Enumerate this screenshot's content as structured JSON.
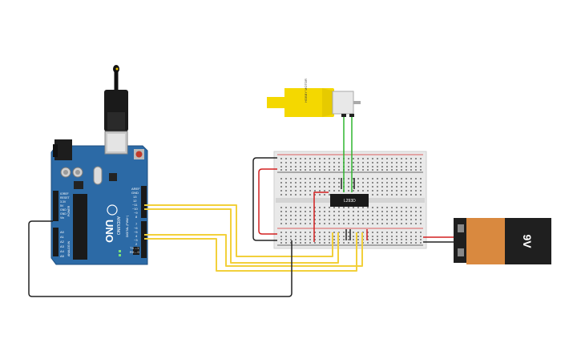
{
  "arduino": {
    "brand": "ARDUINO",
    "model": "UNO",
    "pin_top_labels": [
      "AREF",
      "GND",
      "13",
      "12",
      "~11",
      "~10",
      "~9",
      "8"
    ],
    "pin_bottom_labels": [
      "7",
      "~6",
      "~5",
      "4",
      "~3",
      "2",
      "TX→1",
      "RX←0"
    ],
    "power_labels": [
      "IOREF",
      "RESET",
      "3.3V",
      "5V",
      "GND",
      "GND",
      "Vin"
    ],
    "analog_labels": [
      "A0",
      "A1",
      "A2",
      "A3",
      "A4",
      "A5"
    ],
    "section_power": "POWER",
    "section_analog": "ANALOG IN",
    "section_digital": "DIGITAL (PWM~)"
  },
  "ic": {
    "label": "L293D"
  },
  "motor": {
    "label": "HOBBY MOTOR"
  },
  "battery": {
    "label": "9V"
  },
  "colors": {
    "pcb": "#2c6aa6",
    "wire_yellow": "#f2d03b",
    "wire_red": "#d32020",
    "wire_black": "#222222",
    "wire_green": "#2fb52f",
    "battery_body": "#d9893f",
    "battery_top": "#1f1f1f",
    "motor": "#f4d800"
  }
}
